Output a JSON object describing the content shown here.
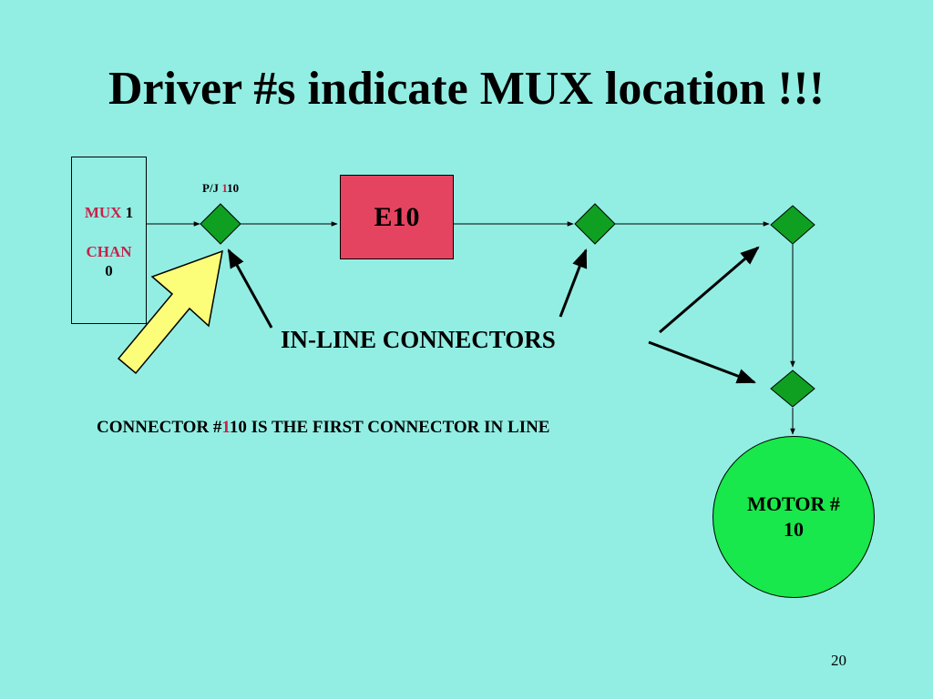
{
  "slide": {
    "title": "Driver #s indicate MUX location !!!",
    "page_number": "20"
  },
  "mux": {
    "mux_label": "MUX",
    "mux_number": "1",
    "chan_label": "CHAN",
    "chan_number": "0"
  },
  "connector_label": {
    "prefix": "P/J",
    "highlight": "1",
    "suffix": "10"
  },
  "driver": {
    "label": "E10"
  },
  "callout": {
    "inline_connectors": "IN-LINE  CONNECTORS",
    "first_prefix": "CONNECTOR #",
    "first_highlight": "1",
    "first_suffix": "10 IS THE FIRST CONNECTOR IN LINE"
  },
  "motor": {
    "line1": "MOTOR #",
    "line2": "10"
  },
  "colors": {
    "background": "#92eee3",
    "driver_box": "#e54460",
    "connector": "#0fa022",
    "motor": "#18e84b",
    "highlight_text": "#c8214a",
    "pointer_arrow": "#fcfd78"
  }
}
